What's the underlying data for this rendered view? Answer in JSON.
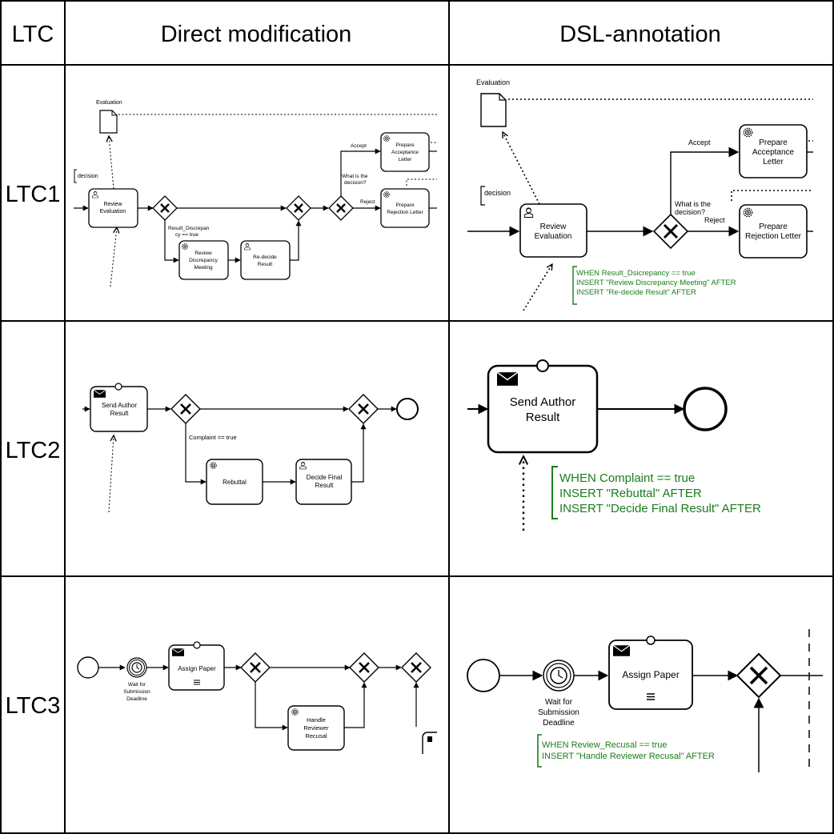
{
  "header": {
    "col1": "LTC",
    "col2": "Direct modification",
    "col3": "DSL-annotation"
  },
  "rows": [
    "LTC1",
    "LTC2",
    "LTC3"
  ],
  "ltc1": {
    "evaluation": "Evaluation",
    "decision": "decision",
    "review_eval_1": "Review",
    "review_eval_2": "Evaluation",
    "result_disc_1": "Result_Discrepan",
    "result_disc_2": "cy == true",
    "review_disc_1": "Review",
    "review_disc_2": "Discrepancy",
    "review_disc_3": "Meeting",
    "redecide_1": "Re-decide",
    "redecide_2": "Result",
    "accept": "Accept",
    "reject": "Reject",
    "what_1": "What is the",
    "what_2": "decision?",
    "prep_acc_1": "Prepare",
    "prep_acc_2": "Acceptance",
    "prep_acc_3": "Letter",
    "prep_rej_1": "Prepare",
    "prep_rej_2": "Rejection Letter",
    "dsl_1": "WHEN Result_Dsicrepancy == true",
    "dsl_2": "INSERT \"Review Discrepancy Meeting\" AFTER",
    "dsl_3": "INSERT \"Re-decide Result\" AFTER"
  },
  "ltc2": {
    "send_1": "Send Author",
    "send_2": "Result",
    "complaint": "Complaint == true",
    "rebuttal": "Rebuttal",
    "decide_1": "Decide Final",
    "decide_2": "Result",
    "dsl_1": "WHEN Complaint == true",
    "dsl_2": "INSERT \"Rebuttal\" AFTER",
    "dsl_3": "INSERT \"Decide Final Result\" AFTER"
  },
  "ltc3": {
    "wait_1": "Wait for",
    "wait_2": "Submission",
    "wait_3": "Deadline",
    "assign": "Assign Paper",
    "handle_1": "Handle",
    "handle_2": "Reviewer",
    "handle_3": "Recusal",
    "dsl_1": "WHEN Review_Recusal == true",
    "dsl_2": "INSERT \"Handle Reviewer Recusal\" AFTER"
  },
  "icons": [
    "user-task-icon",
    "service-task-icon",
    "envelope-icon",
    "timer-icon",
    "gateway-x-icon",
    "document-icon"
  ],
  "colors": {
    "dsl_green": "#1b7d1b",
    "line": "#000000"
  }
}
